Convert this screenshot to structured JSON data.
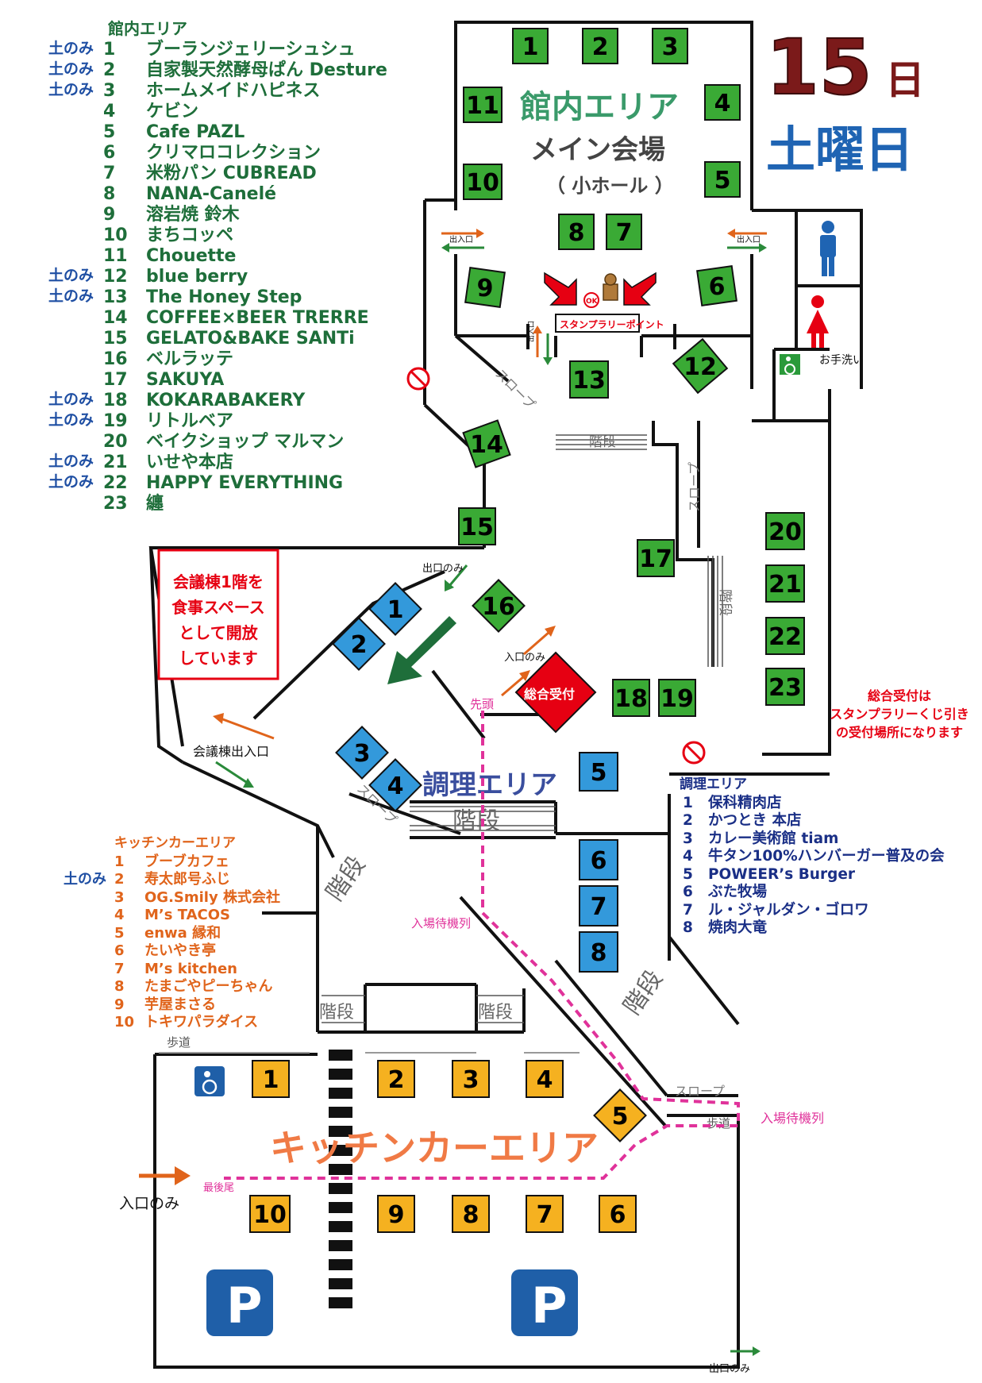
{
  "date": {
    "day": "15",
    "day_unit": "日",
    "weekday": "土曜日"
  },
  "main_hall": {
    "area_label": "館内エリア",
    "title": "メイン会場",
    "subtitle": "（ 小ホール ）"
  },
  "stamp_rally": "スタンプラリーポイント",
  "stamp_ok": "OK",
  "restroom": {
    "handwash": "お手洗い"
  },
  "labels": {
    "entrance_exit_small": "出入口",
    "exit_only": "出口のみ",
    "entrance_only": "入口のみ",
    "slope": "スロープ",
    "stairs": "階段",
    "sidewalk": "歩道",
    "conference_entrance": "会議棟出入口",
    "lead": "先頭",
    "queue": "入場待機列",
    "last": "最後尾",
    "reception": "総合受付",
    "cooking_area": "調理エリア",
    "kitchen_area": "キッチンカーエリア",
    "parking": "P"
  },
  "notices": {
    "dining": [
      "会議棟1階を",
      "食事スペース",
      "として開放",
      "しています"
    ],
    "reception": [
      "総合受付は",
      "スタンプラリーくじ引き",
      "の受付場所になります"
    ]
  },
  "legend_hall": {
    "title": "館内エリア",
    "items": [
      {
        "sat": "土のみ",
        "num": "1",
        "name": "ブーランジェリーシュシュ"
      },
      {
        "sat": "土のみ",
        "num": "2",
        "name": "自家製天然酵母ぱん Desture"
      },
      {
        "sat": "土のみ",
        "num": "3",
        "name": "ホームメイドハピネス"
      },
      {
        "sat": "",
        "num": "4",
        "name": "ケビン"
      },
      {
        "sat": "",
        "num": "5",
        "name": "Cafe PAZL"
      },
      {
        "sat": "",
        "num": "6",
        "name": "クリマロコレクション"
      },
      {
        "sat": "",
        "num": "7",
        "name": "米粉パン CUBREAD"
      },
      {
        "sat": "",
        "num": "8",
        "name": "NANA-Canelé"
      },
      {
        "sat": "",
        "num": "9",
        "name": "溶岩焼 鈴木"
      },
      {
        "sat": "",
        "num": "10",
        "name": "まちコッペ"
      },
      {
        "sat": "",
        "num": "11",
        "name": "Chouette"
      },
      {
        "sat": "土のみ",
        "num": "12",
        "name": "blue berry"
      },
      {
        "sat": "土のみ",
        "num": "13",
        "name": "The Honey Step"
      },
      {
        "sat": "",
        "num": "14",
        "name": "COFFEE×BEER TRERRE"
      },
      {
        "sat": "",
        "num": "15",
        "name": "GELATO&BAKE SANTi"
      },
      {
        "sat": "",
        "num": "16",
        "name": "ベルラッテ"
      },
      {
        "sat": "",
        "num": "17",
        "name": "SAKUYA"
      },
      {
        "sat": "土のみ",
        "num": "18",
        "name": "KOKARABAKERY"
      },
      {
        "sat": "土のみ",
        "num": "19",
        "name": "リトルベア"
      },
      {
        "sat": "",
        "num": "20",
        "name": "ベイクショップ マルマン"
      },
      {
        "sat": "土のみ",
        "num": "21",
        "name": "いせや本店"
      },
      {
        "sat": "土のみ",
        "num": "22",
        "name": "HAPPY EVERYTHING"
      },
      {
        "sat": "",
        "num": "23",
        "name": "纏"
      }
    ]
  },
  "legend_kitchen": {
    "title": "キッチンカーエリア",
    "items": [
      {
        "sat": "",
        "num": "1",
        "name": "ブーブカフェ"
      },
      {
        "sat": "土のみ",
        "num": "2",
        "name": "寿太郎号ふじ"
      },
      {
        "sat": "",
        "num": "3",
        "name": "OG.Smily 株式会社"
      },
      {
        "sat": "",
        "num": "4",
        "name": "M’s TACOS"
      },
      {
        "sat": "",
        "num": "5",
        "name": "enwa 縁和"
      },
      {
        "sat": "",
        "num": "6",
        "name": "たいやき亭"
      },
      {
        "sat": "",
        "num": "7",
        "name": "M’s kitchen"
      },
      {
        "sat": "",
        "num": "8",
        "name": "たまごやピーちゃん"
      },
      {
        "sat": "",
        "num": "9",
        "name": "芋屋まさる"
      },
      {
        "sat": "",
        "num": "10",
        "name": "トキワパラダイス"
      }
    ]
  },
  "legend_cooking": {
    "title": "調理エリア",
    "items": [
      {
        "num": "1",
        "name": "保科精肉店"
      },
      {
        "num": "2",
        "name": "かつとき 本店"
      },
      {
        "num": "3",
        "name": "カレー美術館 tiam"
      },
      {
        "num": "4",
        "name": "牛タン100%ハンバーガー普及の会"
      },
      {
        "num": "5",
        "name": "POWEER’s Burger"
      },
      {
        "num": "6",
        "name": "ぶた牧場"
      },
      {
        "num": "7",
        "name": "ル・ジャルダン・ゴロワ"
      },
      {
        "num": "8",
        "name": "焼肉大竜"
      }
    ]
  },
  "colors": {
    "hall_booth": "#3aaa35",
    "cooking_booth": "#3399db",
    "kitchen_booth": "#f5b120",
    "day_number": "#7b1a1a",
    "weekday": "#1f64b3",
    "hall_title": "#3a9a6a",
    "queue": "#e0329a",
    "reception": "#e60012",
    "kitchen_title": "#f07a45"
  },
  "icons": [
    "male-restroom-icon",
    "female-restroom-icon",
    "wheelchair-icon",
    "no-smoking-icon",
    "parking-icon",
    "direction-arrow-icon"
  ]
}
